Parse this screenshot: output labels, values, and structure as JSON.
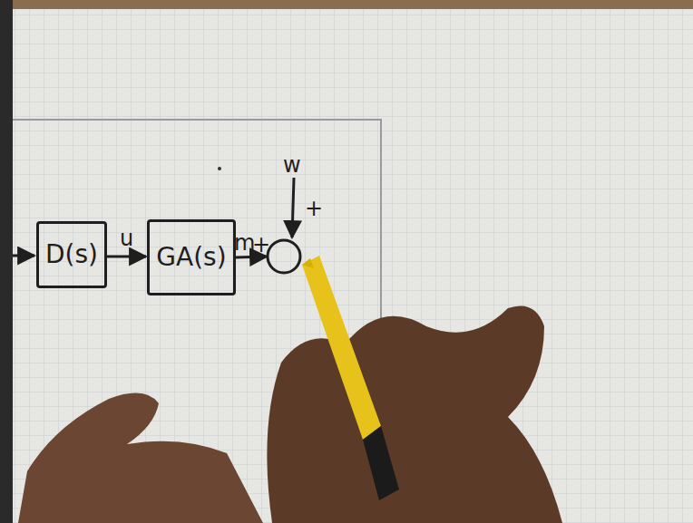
{
  "diagram": {
    "nodes": [
      {
        "text": [
          "D(s)"
        ]
      },
      {
        "text": [
          "GA(s)"
        ]
      }
    ],
    "edges": [
      {
        "from": 0,
        "to": 1,
        "arrow": "to",
        "label": "u"
      }
    ],
    "labels": [
      "w",
      "+",
      "m",
      "+"
    ]
  }
}
